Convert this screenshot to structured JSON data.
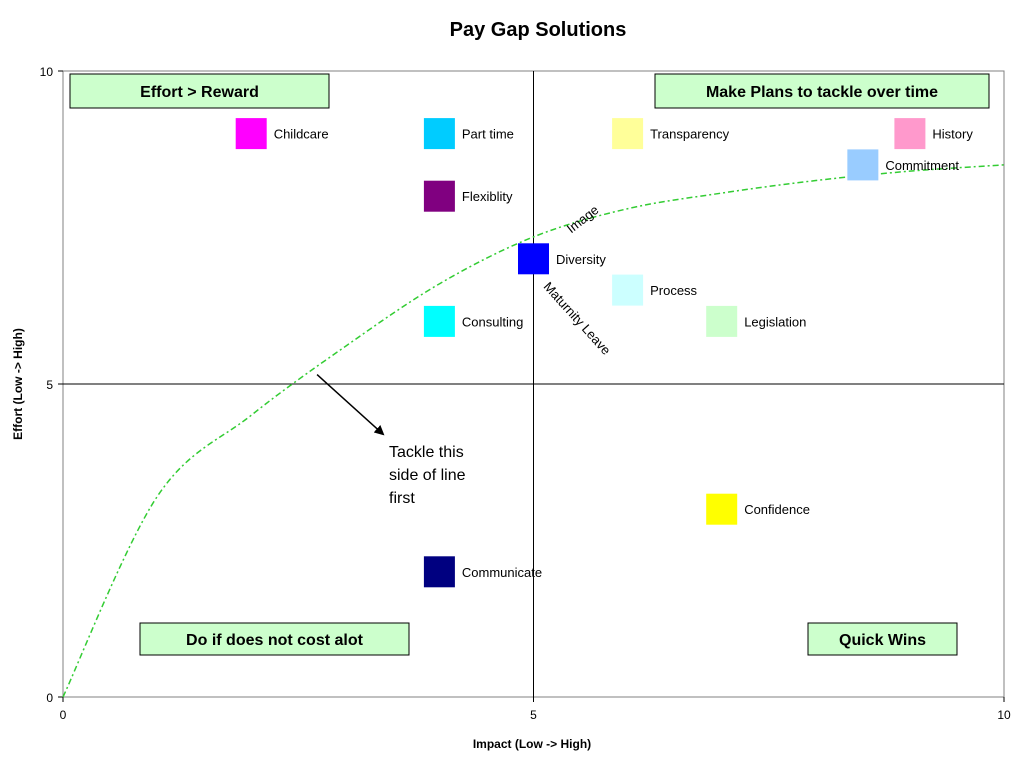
{
  "chart_data": {
    "type": "scatter",
    "title": "Pay Gap Solutions",
    "xlabel": "Impact (Low -> High)",
    "ylabel": "Effort (Low -> High)",
    "xlim": [
      0,
      10
    ],
    "ylim": [
      0,
      10
    ],
    "x_ticks": [
      "0",
      "5",
      "10"
    ],
    "y_ticks": [
      "0",
      "5",
      "10"
    ],
    "quadrant_lines": {
      "x": 5,
      "y": 5
    },
    "points": [
      {
        "label": "Childcare",
        "x": 2,
        "y": 9,
        "color": "#ff00ff"
      },
      {
        "label": "Part time",
        "x": 4,
        "y": 9,
        "color": "#00ccff"
      },
      {
        "label": "Transparency",
        "x": 6,
        "y": 9,
        "color": "#ffff99"
      },
      {
        "label": "History",
        "x": 9,
        "y": 9,
        "color": "#ff99cc"
      },
      {
        "label": "Commitment",
        "x": 8.5,
        "y": 8.5,
        "color": "#99ccff"
      },
      {
        "label": "Flexiblity",
        "x": 4,
        "y": 8,
        "color": "#800080"
      },
      {
        "label": "Diversity",
        "x": 5,
        "y": 7,
        "color": "#0000ff"
      },
      {
        "label": "Process",
        "x": 6,
        "y": 6.5,
        "color": "#ccffff"
      },
      {
        "label": "Consulting",
        "x": 4,
        "y": 6,
        "color": "#00ffff"
      },
      {
        "label": "Legislation",
        "x": 7,
        "y": 6,
        "color": "#ccffcc"
      },
      {
        "label": "Confidence",
        "x": 7,
        "y": 3,
        "color": "#ffff00"
      },
      {
        "label": "Communicate",
        "x": 4,
        "y": 2,
        "color": "#000080"
      }
    ],
    "rotated_labels": [
      {
        "text": "Image",
        "x": 5.4,
        "y": 7.4
      },
      {
        "text": "Maturnity Leave",
        "x": 5.1,
        "y": 6.55
      }
    ],
    "curve": {
      "style": "dash-dot",
      "color": "#33cc33",
      "points": [
        [
          0,
          0
        ],
        [
          1,
          3.2
        ],
        [
          2,
          4.5
        ],
        [
          3,
          5.6
        ],
        [
          4,
          6.6
        ],
        [
          5,
          7.35
        ],
        [
          6,
          7.8
        ],
        [
          7,
          8.05
        ],
        [
          8,
          8.25
        ],
        [
          9,
          8.4
        ],
        [
          10,
          8.5
        ]
      ]
    },
    "quadrant_boxes": [
      {
        "text": "Effort > Reward",
        "position": "top-left"
      },
      {
        "text": "Make Plans to tackle over time",
        "position": "top-right"
      },
      {
        "text": "Do if does not cost alot",
        "position": "bottom-left"
      },
      {
        "text": "Quick Wins",
        "position": "bottom-right"
      }
    ],
    "annotation": {
      "lines": [
        "Tackle this",
        "side of line",
        "first"
      ],
      "arrow_from": [
        2.7,
        5.15
      ],
      "arrow_to": [
        3.4,
        4.2
      ]
    },
    "box_fill": "#ccffcc"
  }
}
